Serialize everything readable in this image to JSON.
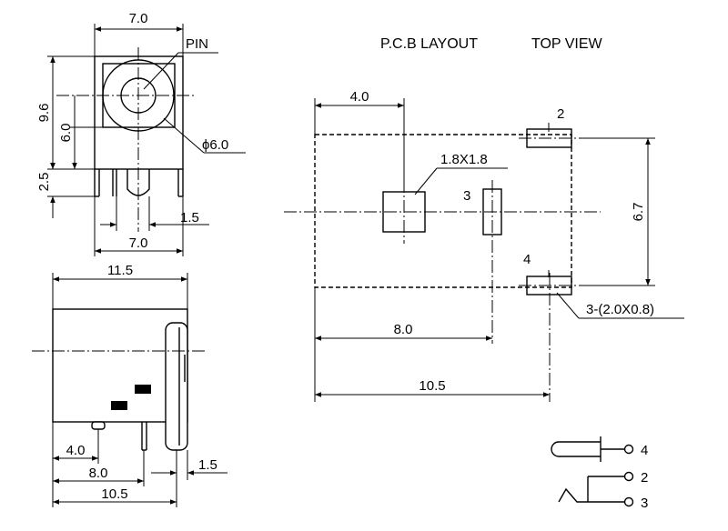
{
  "title": {
    "pcb_layout": "P.C.B LAYOUT",
    "top_view": "TOP VIEW"
  },
  "front_view": {
    "width_top": "7.0",
    "pin_label": "PIN",
    "height_96": "9.6",
    "height_60": "6.0",
    "height_25": "2.5",
    "diameter": "ϕ6.0",
    "pin_spacing": "1.5",
    "width_bottom": "7.0"
  },
  "side_view": {
    "length": "11.5",
    "dim_40": "4.0",
    "dim_80": "8.0",
    "dim_105": "10.5",
    "dim_15": "1.5"
  },
  "pcb": {
    "dim_40": "4.0",
    "pad_size": "1.8X1.8",
    "pin_2": "2",
    "pin_3": "3",
    "pin_4": "4",
    "dim_67": "6.7",
    "slot_size": "3-(2.0X0.8)",
    "dim_80": "8.0",
    "dim_105": "10.5"
  },
  "schematic": {
    "pin_4": "4",
    "pin_2": "2",
    "pin_3": "3"
  }
}
